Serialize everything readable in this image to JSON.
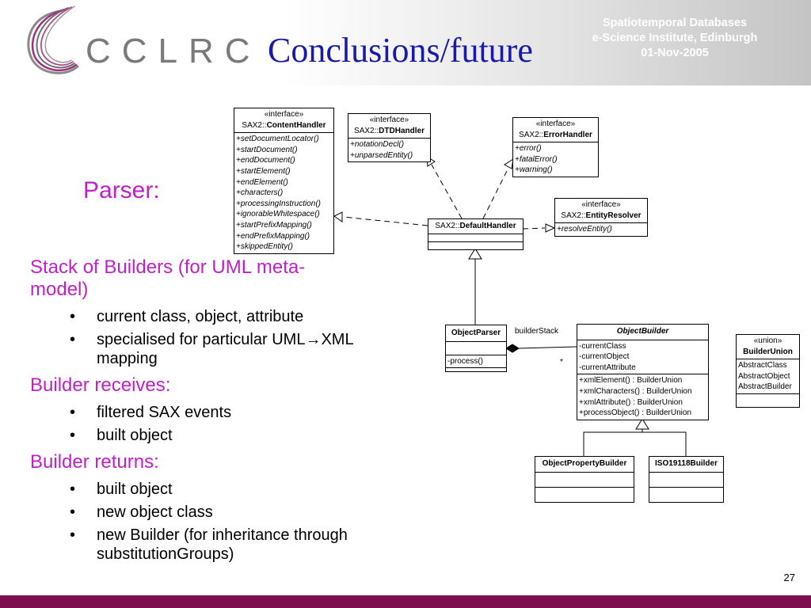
{
  "header": {
    "logo_text": "CCLRC",
    "title": "Conclusions/future",
    "info": [
      "Spatiotemporal Databases",
      "e-Science Institute, Edinburgh",
      "01-Nov-2005"
    ]
  },
  "parser_label": "Parser:",
  "content": {
    "h1": "Stack of Builders (for UML meta-model)",
    "h1_bullets": [
      "current class, object, attribute",
      "specialised for particular UML→XML mapping"
    ],
    "h2": "Builder receives:",
    "h2_bullets": [
      "filtered SAX events",
      "built object"
    ],
    "h3": "Builder returns:",
    "h3_bullets": [
      "built object",
      "new object class",
      "new Builder (for inheritance through substitutionGroups)"
    ]
  },
  "diagram": {
    "content_handler": {
      "stereotype": "«interface»",
      "prefix": "SAX2::",
      "name": "ContentHandler",
      "ops": [
        "+setDocumentLocator()",
        "+startDocument()",
        "+endDocument()",
        "+startElement()",
        "+endElement()",
        "+characters()",
        "+processingInstruction()",
        "+ignorableWhitespace()",
        "+startPrefixMapping()",
        "+endPrefixMapping()",
        "+skippedEntity()"
      ]
    },
    "dtd_handler": {
      "stereotype": "«interface»",
      "prefix": "SAX2::",
      "name": "DTDHandler",
      "ops": [
        "+notationDecl()",
        "+unparsedEntity()"
      ]
    },
    "error_handler": {
      "stereotype": "«interface»",
      "prefix": "SAX2::",
      "name": "ErrorHandler",
      "ops": [
        "+error()",
        "+fatalError()",
        "+warning()"
      ]
    },
    "entity_resolver": {
      "stereotype": "«interface»",
      "prefix": "SAX2::",
      "name": "EntityResolver",
      "ops": [
        "+resolveEntity()"
      ]
    },
    "default_handler": {
      "prefix": "SAX2::",
      "name": "DefaultHandler"
    },
    "object_parser": {
      "name": "ObjectParser",
      "ops": [
        "-process()"
      ]
    },
    "object_builder": {
      "name": "ObjectBuilder",
      "attrs": [
        "-currentClass",
        "-currentObject",
        "-currentAttribute"
      ],
      "ops": [
        "+xmlElement() : BuilderUnion",
        "+xmlCharacters() : BuilderUnion",
        "+xmlAttribute() : BuilderUnion",
        "+processObject() : BuilderUnion"
      ]
    },
    "builder_union": {
      "stereotype": "«union»",
      "name": "BuilderUnion",
      "attrs": [
        "AbstractClass",
        "AbstractObject",
        "AbstractBuilder"
      ]
    },
    "object_property_builder": {
      "name": "ObjectPropertyBuilder"
    },
    "iso_builder": {
      "name": "ISO19118Builder"
    },
    "association_label": "builderStack",
    "multiplicity": "*"
  },
  "page_number": "27",
  "colors": {
    "title": "#1a1aa8",
    "accent": "#c020c8",
    "footer": "#7c0f4c"
  }
}
